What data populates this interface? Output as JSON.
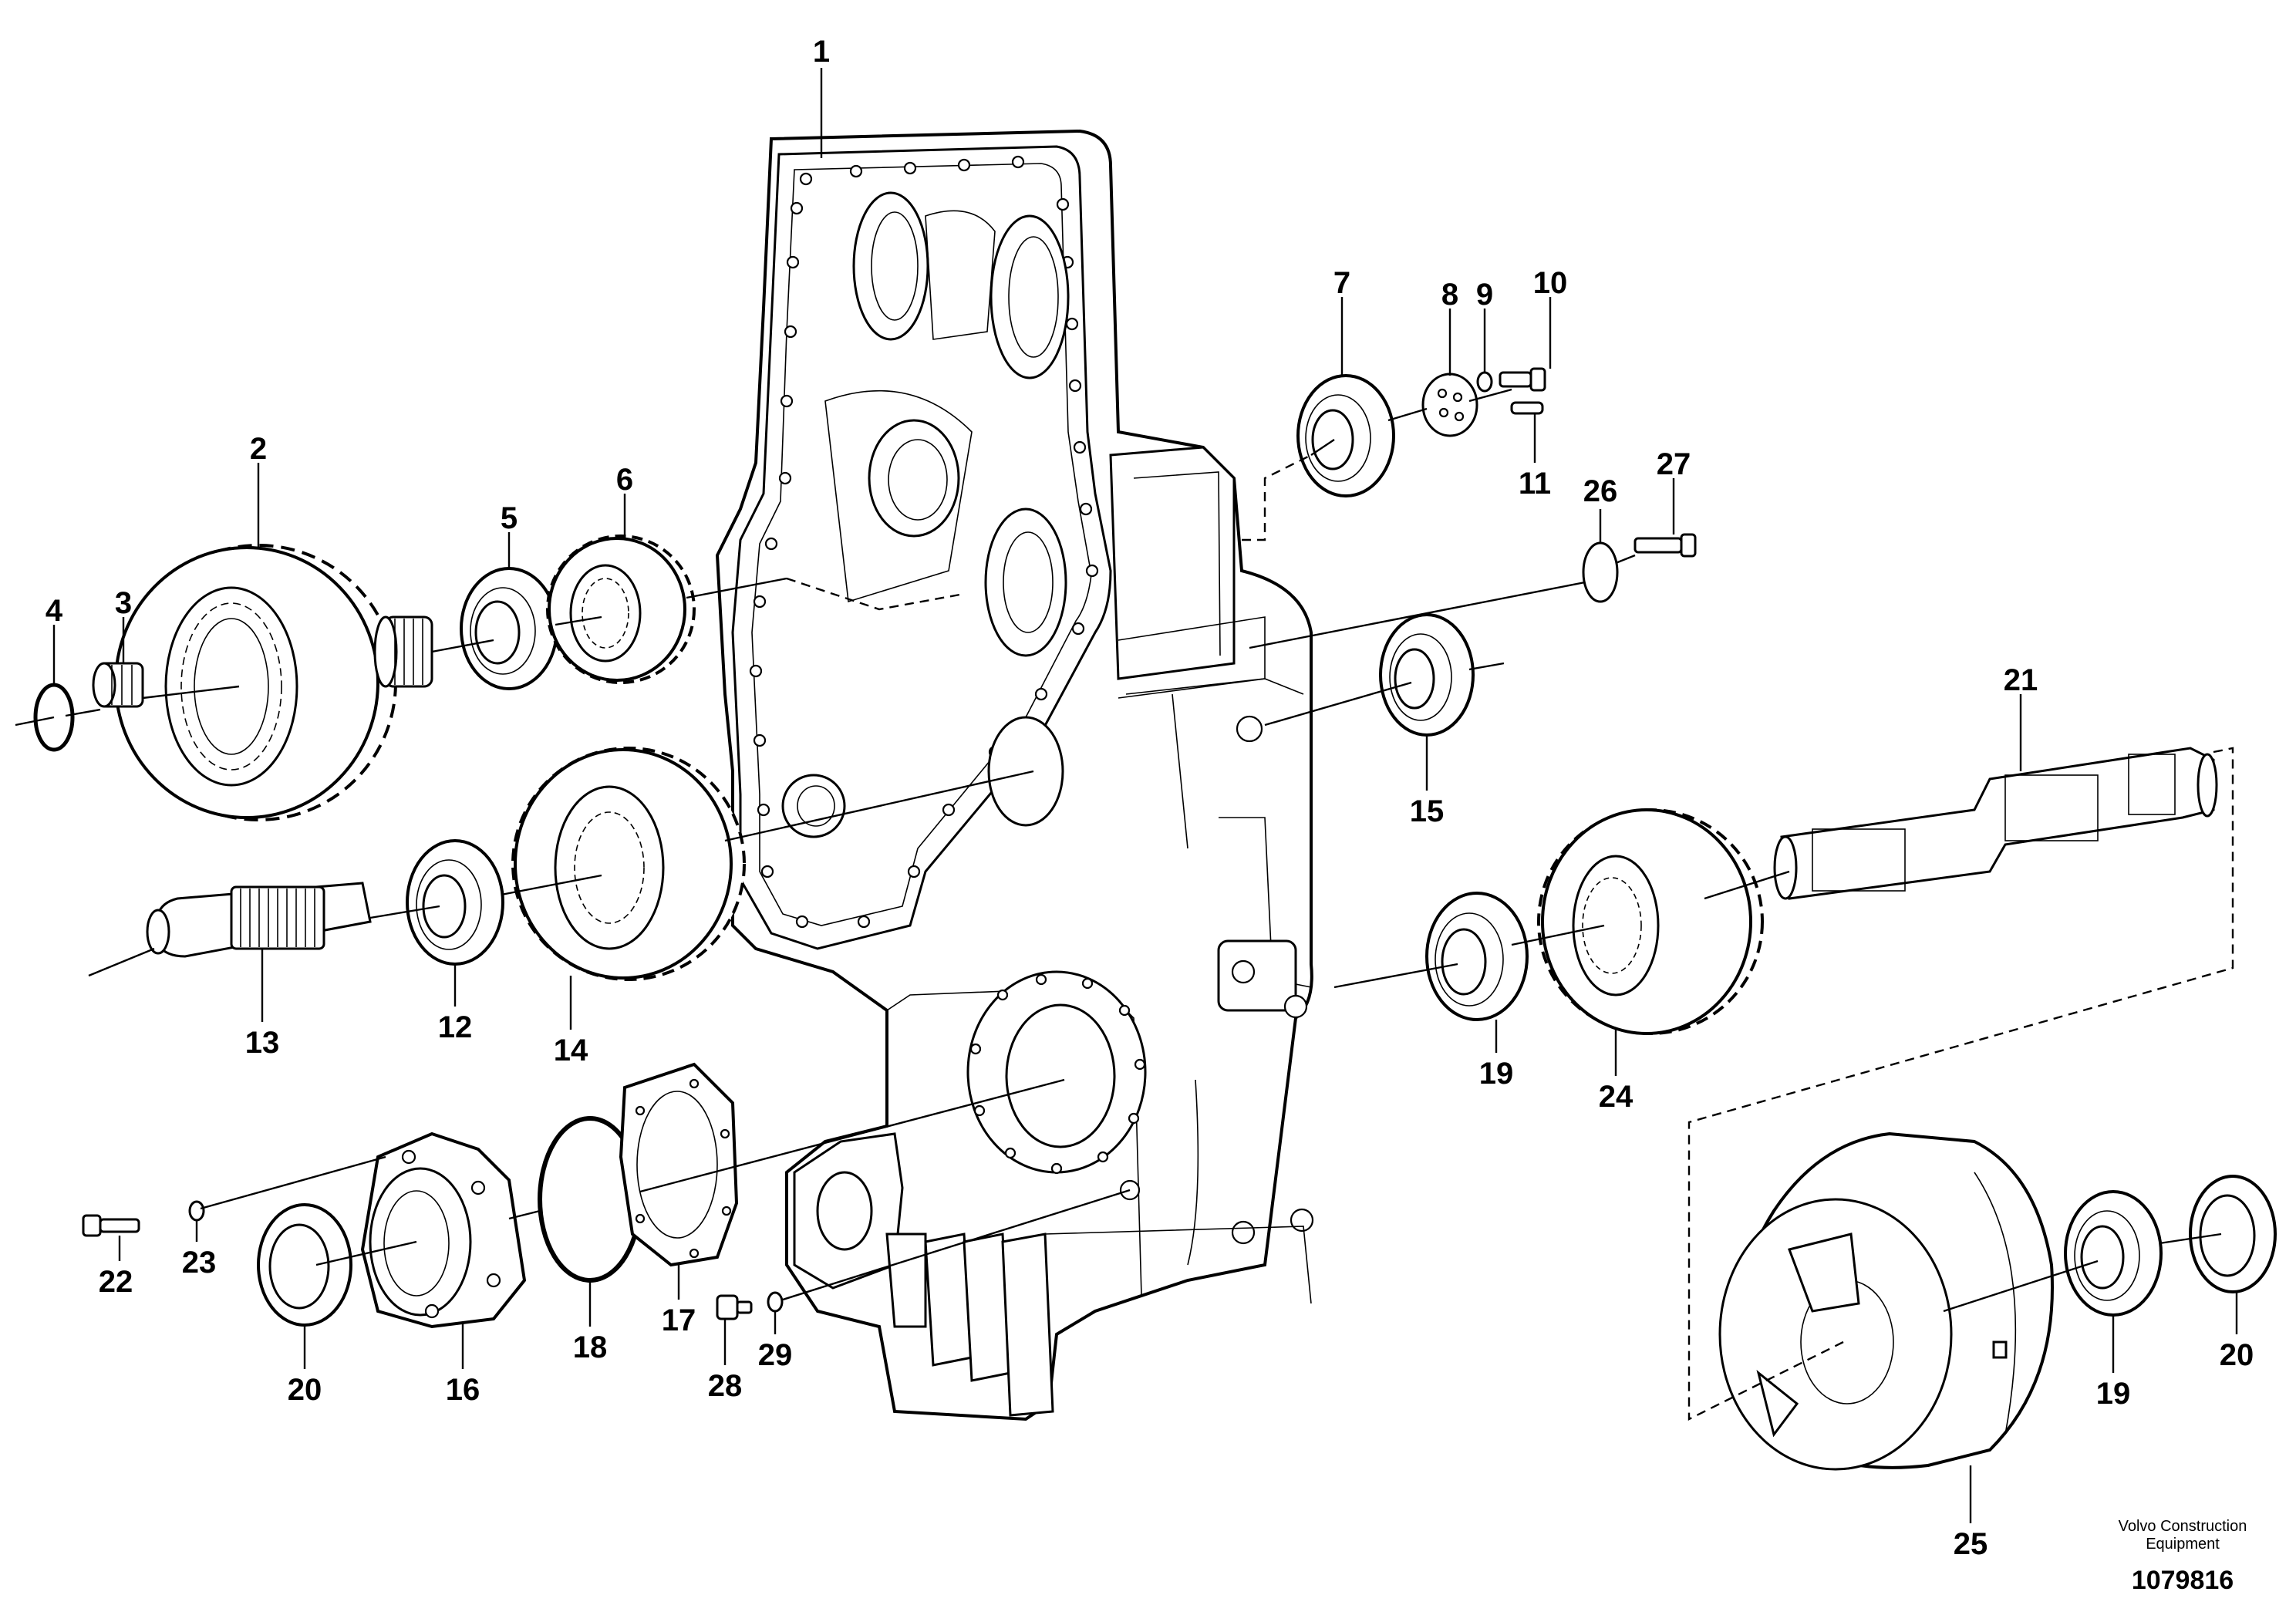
{
  "diagram": {
    "callouts": [
      "1",
      "2",
      "3",
      "4",
      "5",
      "6",
      "7",
      "8",
      "9",
      "10",
      "11",
      "12",
      "13",
      "14",
      "15",
      "16",
      "17",
      "18",
      "19",
      "19",
      "20",
      "20",
      "21",
      "22",
      "23",
      "24",
      "25",
      "26",
      "27",
      "28",
      "29"
    ],
    "brand_line1": "Volvo Construction",
    "brand_line2": "Equipment",
    "drawing_number": "1079816"
  }
}
